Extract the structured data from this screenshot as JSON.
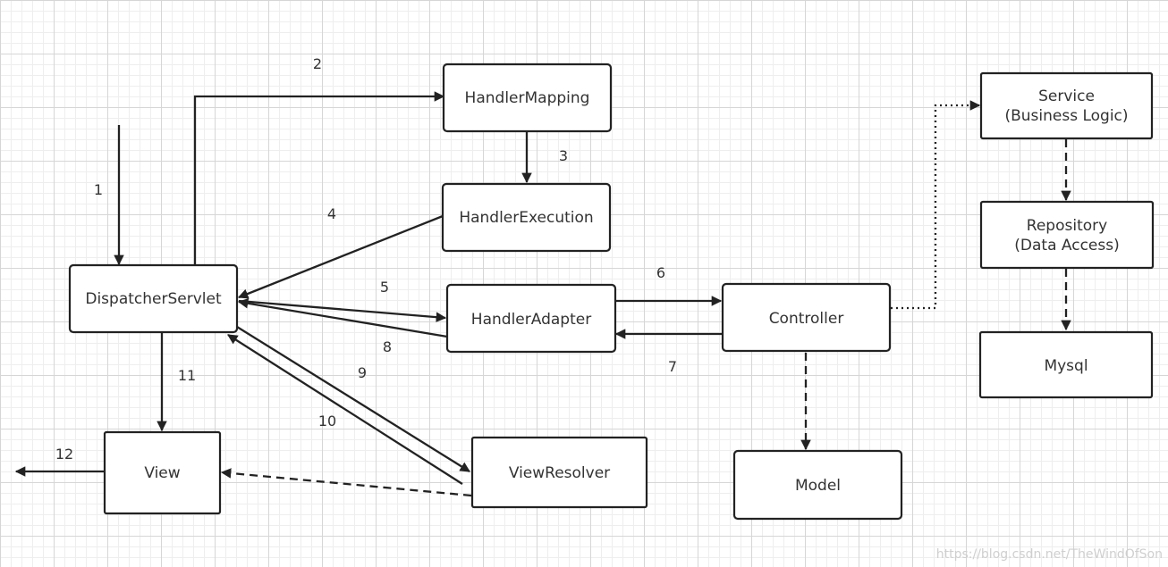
{
  "nodes": {
    "handler_mapping": "HandlerMapping",
    "handler_execution": "HandlerExecution",
    "dispatcher_servlet": "DispatcherServlet",
    "handler_adapter": "HandlerAdapter",
    "controller": "Controller",
    "view": "View",
    "view_resolver": "ViewResolver",
    "model": "Model",
    "service": [
      "Service",
      "(Business Logic)"
    ],
    "repository": [
      "Repository",
      "(Data Access)"
    ],
    "mysql": "Mysql"
  },
  "steps": {
    "s1": "1",
    "s2": "2",
    "s3": "3",
    "s4": "4",
    "s5": "5",
    "s6": "6",
    "s7": "7",
    "s8": "8",
    "s9": "9",
    "s10": "10",
    "s11": "11",
    "s12": "12"
  },
  "watermark": "https://blog.csdn.net/TheWindOfSon",
  "colors": {
    "stroke": "#222222",
    "text": "#333333",
    "grid": "#d6d6d6"
  }
}
